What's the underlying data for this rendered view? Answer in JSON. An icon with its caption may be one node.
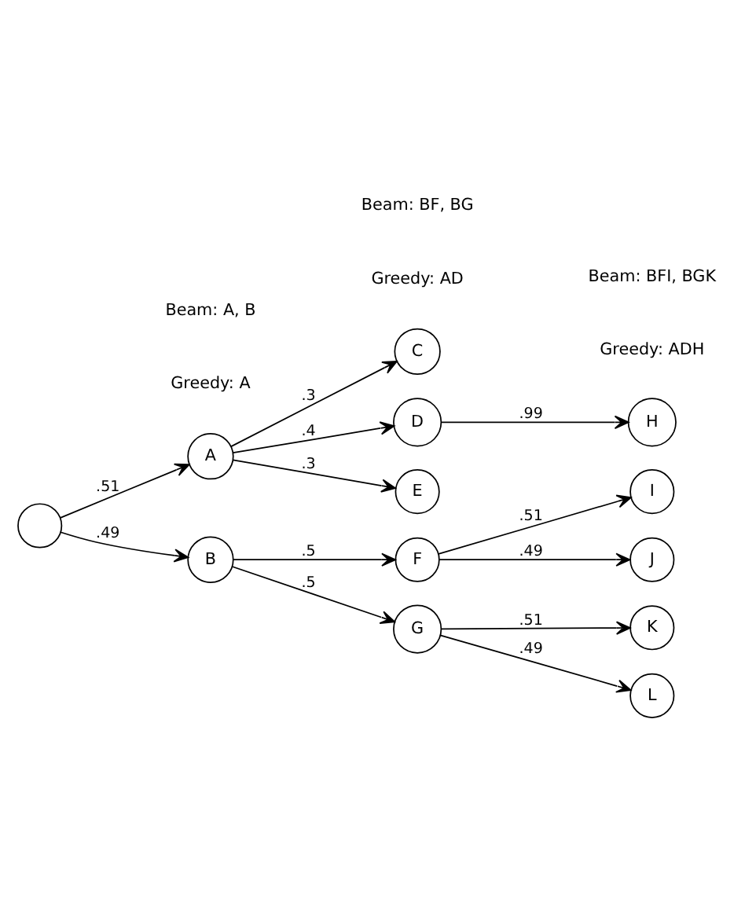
{
  "diagram": {
    "nodes": [
      {
        "text": [],
        "shape": "circle"
      },
      {
        "text": [
          "A"
        ]
      },
      {
        "text": [
          "B"
        ]
      },
      {
        "text": [
          "C"
        ]
      },
      {
        "text": [
          "D"
        ]
      },
      {
        "text": [
          "E"
        ]
      },
      {
        "text": [
          "H"
        ]
      },
      {
        "text": [
          "F"
        ]
      },
      {
        "text": [
          "G"
        ]
      },
      {
        "text": [
          "I"
        ]
      },
      {
        "text": [
          "J"
        ]
      },
      {
        "text": [
          "K"
        ]
      },
      {
        "text": [
          "L"
        ]
      }
    ],
    "edges": [
      {
        "from": 0,
        "to": 1,
        "arrow": "to",
        "label": ".51"
      },
      {
        "from": 0,
        "to": 2,
        "arrow": "to",
        "label": ".49"
      },
      {
        "from": 1,
        "to": 3,
        "arrow": "to",
        "label": ".3"
      },
      {
        "from": 1,
        "to": 4,
        "arrow": "to",
        "label": ".4"
      },
      {
        "from": 1,
        "to": 5,
        "arrow": "to",
        "label": ".3"
      },
      {
        "from": 4,
        "to": 6,
        "arrow": "to",
        "label": ".99"
      },
      {
        "from": 2,
        "to": 7,
        "arrow": "to",
        "label": ".5"
      },
      {
        "from": 2,
        "to": 8,
        "arrow": "to",
        "label": ".5"
      },
      {
        "from": 7,
        "to": 9,
        "arrow": "to",
        "label": ".51"
      },
      {
        "from": 7,
        "to": 10,
        "arrow": "to",
        "label": ".49"
      },
      {
        "from": 8,
        "to": 11,
        "arrow": "to",
        "label": ".51"
      },
      {
        "from": 8,
        "to": 12,
        "arrow": "to",
        "label": ".49"
      }
    ],
    "labels": [
      "Greedy: A",
      "Greedy: AD",
      "Greedy: ADH",
      "Beam: A, B",
      "Beam: BF, BG",
      "Beam: BFI, BGK"
    ]
  }
}
